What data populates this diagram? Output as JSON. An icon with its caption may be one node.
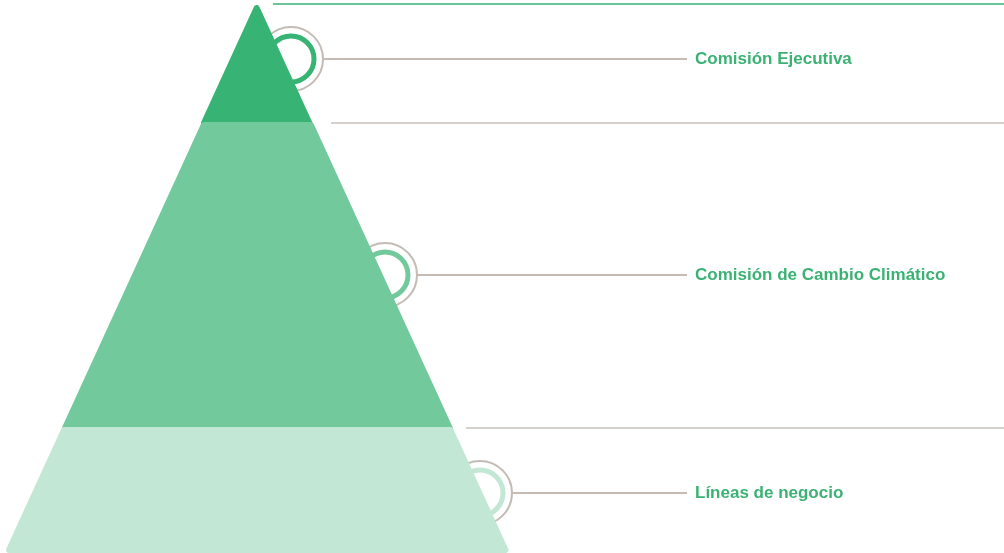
{
  "diagram": {
    "nodes": [
      {
        "text": [],
        "shape": "triangle"
      },
      {
        "text": [],
        "shape": "trapezoid"
      },
      {
        "text": [],
        "shape": "trapezoid"
      },
      {
        "text": [
          "Comisión Ejecutiva"
        ]
      },
      {
        "text": [
          "Comisión de Cambio Climático"
        ]
      },
      {
        "text": [
          "Líneas de negocio"
        ]
      }
    ],
    "edges": [
      {
        "from": 3,
        "to": 0,
        "arrow": "none"
      },
      {
        "from": 4,
        "to": 1,
        "arrow": "none"
      },
      {
        "from": 5,
        "to": 2,
        "arrow": "none"
      }
    ]
  }
}
